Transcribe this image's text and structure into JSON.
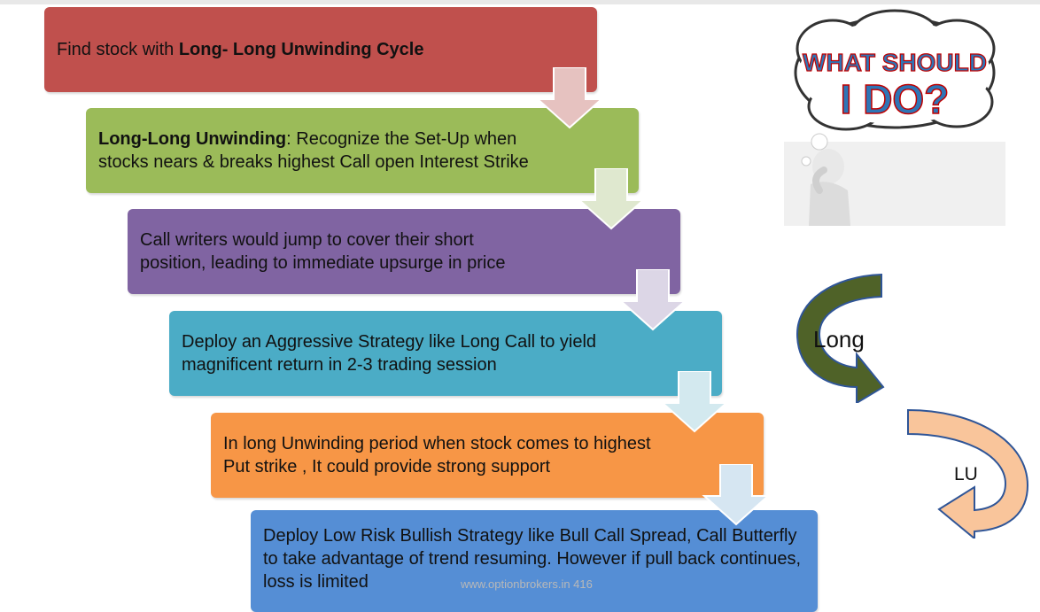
{
  "steps": [
    {
      "prefix": "Find stock with ",
      "bold": "Long- Long Unwinding Cycle",
      "text": ""
    },
    {
      "prefix": "",
      "bold": "Long-Long Unwinding",
      "text": ": Recognize the Set-Up when stocks nears & breaks highest Call open Interest Strike"
    },
    {
      "prefix": "",
      "bold": "",
      "text": "Call writers would jump to cover their short position, leading to immediate upsurge in price"
    },
    {
      "prefix": "",
      "bold": "",
      "text": "Deploy an Aggressive Strategy like Long Call to yield magnificent return in 2-3 trading session"
    },
    {
      "prefix": "",
      "bold": "",
      "text": "In long Unwinding period when stock comes to highest Put strike , It could provide strong support"
    },
    {
      "prefix": "",
      "bold": "",
      "text": "Deploy Low Risk Bullish Strategy like Bull Call Spread, Call Butterfly to take advantage of trend resuming. However if pull back continues, loss is limited"
    }
  ],
  "colors": {
    "step1": "#c0504d",
    "step2": "#9bbb59",
    "step3": "#8064a2",
    "step4": "#4bacc6",
    "step5": "#f79646",
    "step6": "#558ed5",
    "long_arrow": "#4f6228",
    "lu_arrow": "#f9c59b"
  },
  "thought_bubble": {
    "line1": "WHAT SHOULD",
    "line2": "I DO?"
  },
  "cycle": {
    "long_label": "Long",
    "lu_label": "LU"
  },
  "watermark": "www.optionbrokers.in 416"
}
